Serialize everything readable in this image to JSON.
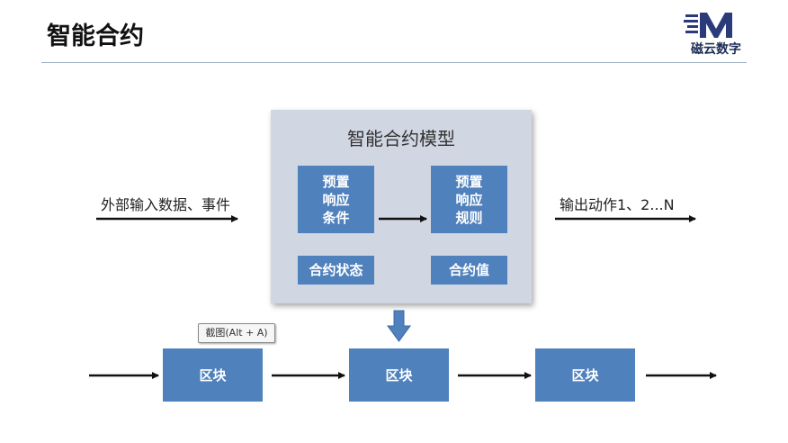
{
  "header": {
    "title": "智能合约",
    "logo_text": "磁云数字"
  },
  "model": {
    "title": "智能合约模型",
    "preset_conditions": [
      "预置",
      "响应",
      "条件"
    ],
    "preset_rules": [
      "预置",
      "响应",
      "规则"
    ],
    "contract_state": "合约状态",
    "contract_value": "合约值"
  },
  "input_label": "外部输入数据、事件",
  "output_label": "输出动作1、2...N",
  "blocks": [
    "区块",
    "区块",
    "区块"
  ],
  "tooltip": "截图(Alt + A)",
  "colors": {
    "block_blue": "#4f81bd",
    "model_bg": "#d0d6e2",
    "rule": "#9fb0c3"
  }
}
